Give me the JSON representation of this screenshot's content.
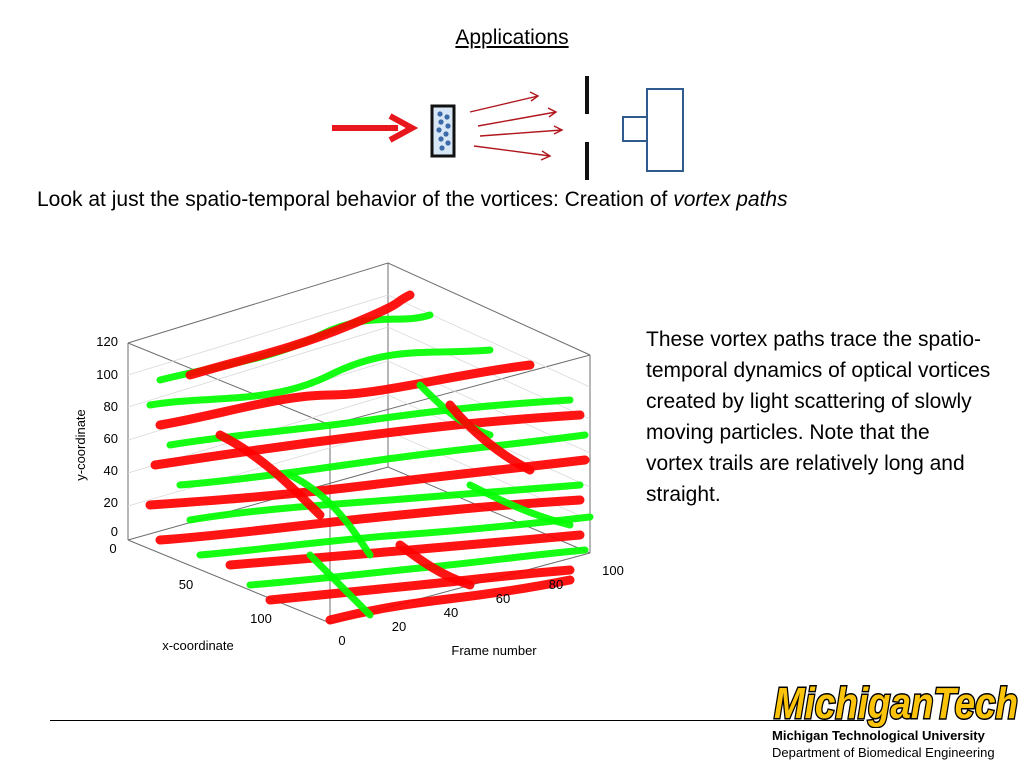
{
  "slide": {
    "title": "Applications",
    "caption_prefix": "Look at just the spatio-temporal behavior of the vortices:  Creation of ",
    "caption_emph": "vortex paths",
    "description": "These vortex paths trace the spatio-temporal dynamics of optical vortices created by light scattering of slowly moving particles.  Note that the vortex trails are relatively long and straight."
  },
  "colors": {
    "arrow": "#e8171d",
    "ray": "#b0161c",
    "box": "#2f5b8e",
    "particle": "#3d6aa8",
    "cuvette": "#d7e7f5"
  },
  "logo": {
    "text": "MichiganTech",
    "fill": "#fcc30b",
    "university": "Michigan Technological University",
    "department": "Department of Biomedical Engineering"
  },
  "chart_data": {
    "type": "scatter",
    "title": "",
    "axes": {
      "y": {
        "label": "y-coordinate",
        "ticks": [
          "0",
          "20",
          "40",
          "60",
          "80",
          "100",
          "120"
        ]
      },
      "x": {
        "label": "x-coordinate",
        "ticks": [
          "0",
          "50",
          "100"
        ]
      },
      "z": {
        "label": "Frame number",
        "ticks": [
          "0",
          "20",
          "40",
          "60",
          "80",
          "100"
        ]
      }
    },
    "grid": true,
    "legend": "none",
    "series": [
      {
        "color": "#ff0000",
        "marker": "circle"
      },
      {
        "color": "#00ff00",
        "marker": "star"
      }
    ]
  }
}
